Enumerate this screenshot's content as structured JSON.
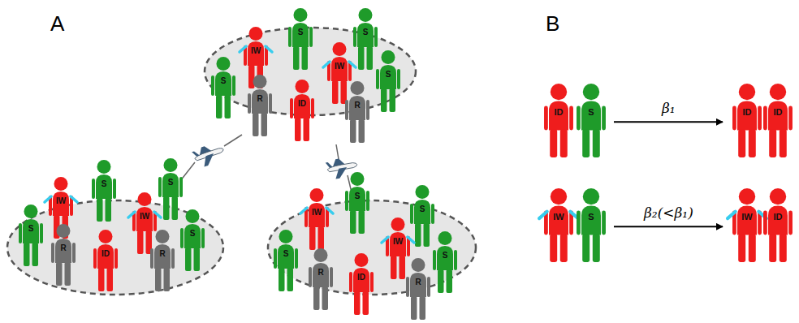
{
  "diagram": {
    "nodes": [
      {
        "text": [
          "IW"
        ]
      },
      {
        "text": [
          "S"
        ]
      },
      {
        "text": [
          "S"
        ]
      },
      {
        "text": [
          "S"
        ]
      },
      {
        "text": [
          "IW"
        ]
      },
      {
        "text": [
          "S"
        ]
      },
      {
        "text": [
          "R"
        ]
      },
      {
        "text": [
          "ID"
        ]
      },
      {
        "text": [
          "R"
        ]
      },
      {
        "text": [
          "IW"
        ]
      },
      {
        "text": [
          "S"
        ]
      },
      {
        "text": [
          "S"
        ]
      },
      {
        "text": [
          "S"
        ]
      },
      {
        "text": [
          "IW"
        ]
      },
      {
        "text": [
          "S"
        ]
      },
      {
        "text": [
          "R"
        ]
      },
      {
        "text": [
          "ID"
        ]
      },
      {
        "text": [
          "R"
        ]
      },
      {
        "text": [
          "IW"
        ]
      },
      {
        "text": [
          "S"
        ]
      },
      {
        "text": [
          "S"
        ]
      },
      {
        "text": [
          "S"
        ]
      },
      {
        "text": [
          "IW"
        ]
      },
      {
        "text": [
          "S"
        ]
      },
      {
        "text": [
          "R"
        ]
      },
      {
        "text": [
          "ID"
        ]
      },
      {
        "text": [
          "R"
        ]
      },
      {
        "text": [
          "ID"
        ]
      },
      {
        "text": [
          "S"
        ]
      },
      {
        "text": [
          "ID"
        ]
      },
      {
        "text": [
          "ID"
        ]
      },
      {
        "text": [
          "IW"
        ]
      },
      {
        "text": [
          "S"
        ]
      },
      {
        "text": [
          "IW"
        ]
      },
      {
        "text": [
          "ID"
        ]
      }
    ],
    "edges": [
      {
        "from": 28,
        "to": 29,
        "arrow": "to",
        "label": "β₁"
      },
      {
        "from": 32,
        "to": 33,
        "arrow": "to",
        "label": "β₂(<β₁)"
      }
    ],
    "labels": [
      "A",
      "B"
    ]
  }
}
